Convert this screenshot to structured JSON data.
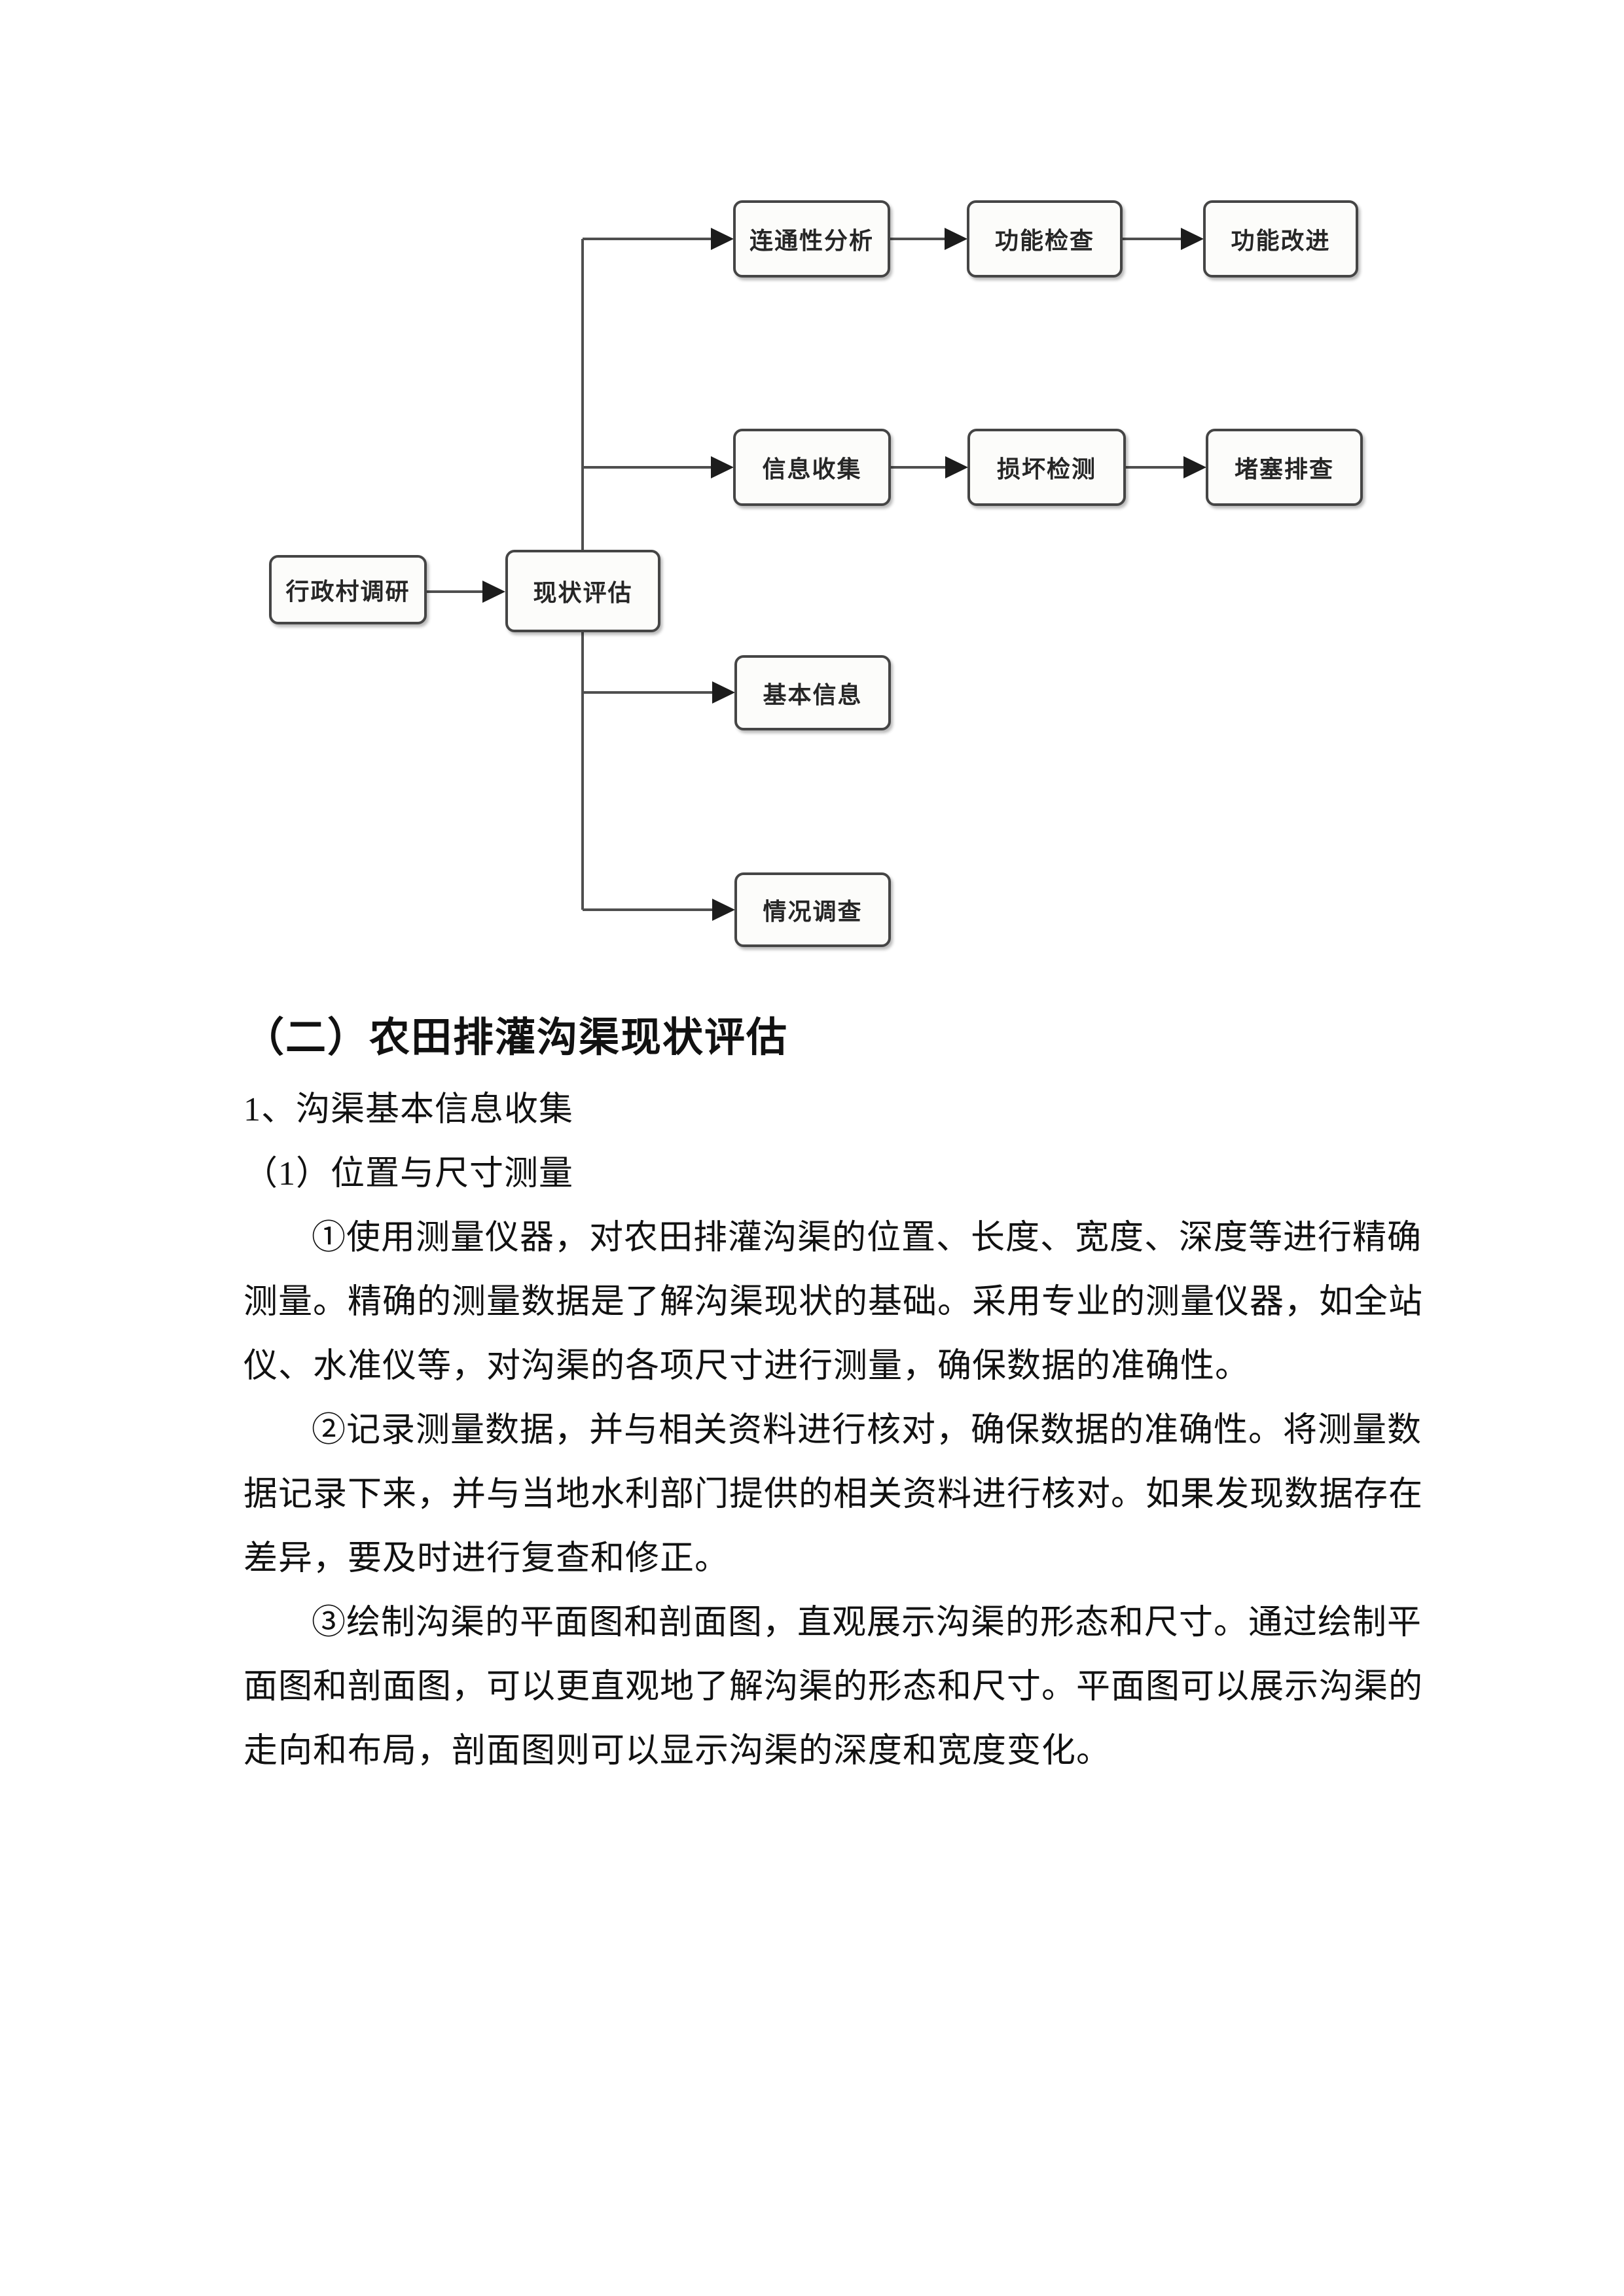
{
  "page": {
    "background_color": "#ffffff",
    "text_color": "#111111"
  },
  "flowchart": {
    "line_color": "#4f4f4f",
    "arrow_color": "#1c1c1c",
    "box_fill": "#fcfcfa",
    "box_border_color": "#454545",
    "nodes": [
      {
        "id": "village-survey",
        "label": "行政村调研"
      },
      {
        "id": "status-assessment",
        "label": "现状评估"
      },
      {
        "id": "connectivity-analysis",
        "label": "连通性分析"
      },
      {
        "id": "function-check",
        "label": "功能检查"
      },
      {
        "id": "function-improvement",
        "label": "功能改进"
      },
      {
        "id": "info-collection",
        "label": "信息收集"
      },
      {
        "id": "damage-detection",
        "label": "损坏检测"
      },
      {
        "id": "blockage-inspection",
        "label": "堵塞排查"
      },
      {
        "id": "basic-info",
        "label": "基本信息"
      },
      {
        "id": "situation-survey",
        "label": "情况调查"
      }
    ],
    "edges": [
      {
        "from": "行政村调研",
        "to": "现状评估"
      },
      {
        "from": "现状评估",
        "to": "连通性分析"
      },
      {
        "from": "连通性分析",
        "to": "功能检查"
      },
      {
        "from": "功能检查",
        "to": "功能改进"
      },
      {
        "from": "现状评估",
        "to": "信息收集"
      },
      {
        "from": "信息收集",
        "to": "损坏检测"
      },
      {
        "from": "损坏检测",
        "to": "堵塞排查"
      },
      {
        "from": "现状评估",
        "to": "基本信息"
      },
      {
        "from": "现状评估",
        "to": "情况调查"
      }
    ]
  },
  "document": {
    "heading": "（二）农田排灌沟渠现状评估",
    "subheading1": "1、沟渠基本信息收集",
    "subheading2": "（1）位置与尺寸测量",
    "lines": [
      {
        "text": "①使用测量仪器，对农田排灌沟渠的位置、长度、宽度、深度等进行精确"
      },
      {
        "text": "测量。精确的测量数据是了解沟渠现状的基础。采用专业的测量仪器，如全站"
      },
      {
        "text": "仪、水准仪等，对沟渠的各项尺寸进行测量，确保数据的准确性。"
      },
      {
        "text": "②记录测量数据，并与相关资料进行核对，确保数据的准确性。将测量数"
      },
      {
        "text": "据记录下来，并与当地水利部门提供的相关资料进行核对。如果发现数据存在"
      },
      {
        "text": "差异，要及时进行复查和修正。"
      },
      {
        "text": "③绘制沟渠的平面图和剖面图，直观展示沟渠的形态和尺寸。通过绘制平"
      },
      {
        "text": "面图和剖面图，可以更直观地了解沟渠的形态和尺寸。平面图可以展示沟渠的"
      },
      {
        "text": "走向和布局，剖面图则可以显示沟渠的深度和宽度变化。"
      }
    ]
  }
}
